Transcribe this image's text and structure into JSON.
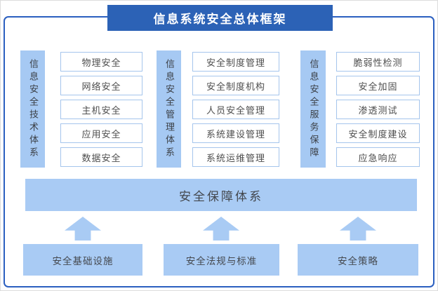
{
  "title": "信息系统安全总体框架",
  "columns": [
    {
      "label": "信息安全技术体系",
      "items": [
        "物理安全",
        "网络安全",
        "主机安全",
        "应用安全",
        "数据安全"
      ]
    },
    {
      "label": "信息安全管理体系",
      "items": [
        "安全制度管理",
        "安全制度机构",
        "人员安全管理",
        "系统建设管理",
        "系统运维管理"
      ]
    },
    {
      "label": "信息安全服务保障",
      "items": [
        "脆弱性检测",
        "安全加固",
        "渗透测试",
        "安全制度建设",
        "应急响应"
      ]
    }
  ],
  "middle_bar": "安全保障体系",
  "foundations": [
    "安全基础设施",
    "安全法规与标准",
    "安全策略"
  ],
  "colors": {
    "banner_blue": "#2C62B6",
    "frame_border_blue": "#2B5FC0",
    "light_blue_fill": "#A9CBF4",
    "vertical_bar_fill": "#A6C9F3",
    "item_box_border": "#A5C5EC",
    "item_box_text": "#4E4E4E",
    "title_text": "#FFFFFF"
  }
}
